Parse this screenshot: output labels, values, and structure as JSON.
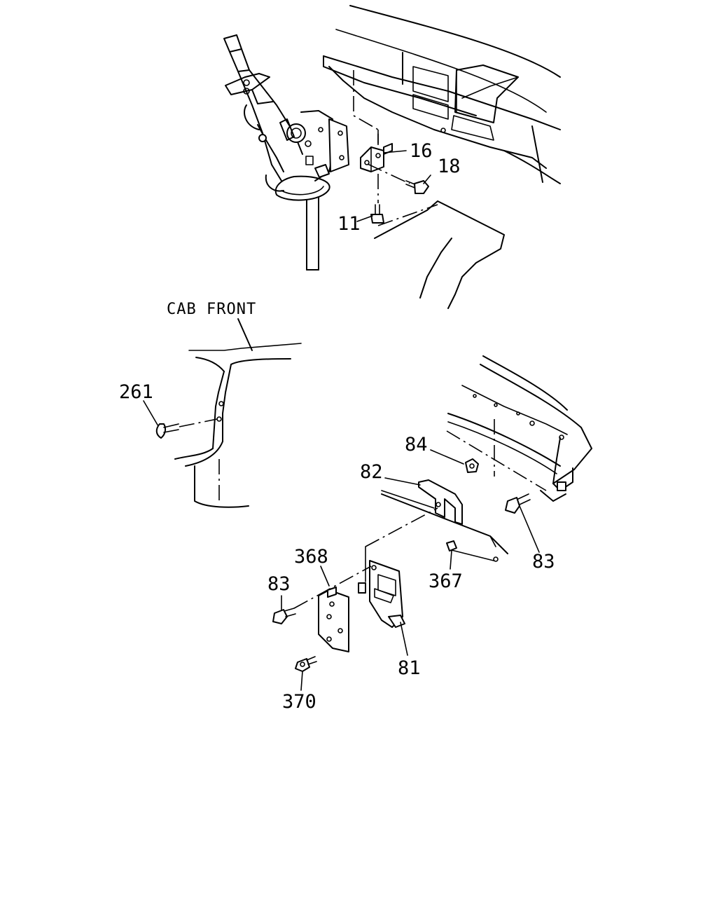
{
  "caption": "CAB FRONT",
  "callouts": {
    "c16": "16",
    "c18": "18",
    "c11": "11",
    "c261": "261",
    "c84": "84",
    "c82": "82",
    "c83_right": "83",
    "c368": "368",
    "c83_left": "83",
    "c367": "367",
    "c81": "81",
    "c370": "370"
  }
}
